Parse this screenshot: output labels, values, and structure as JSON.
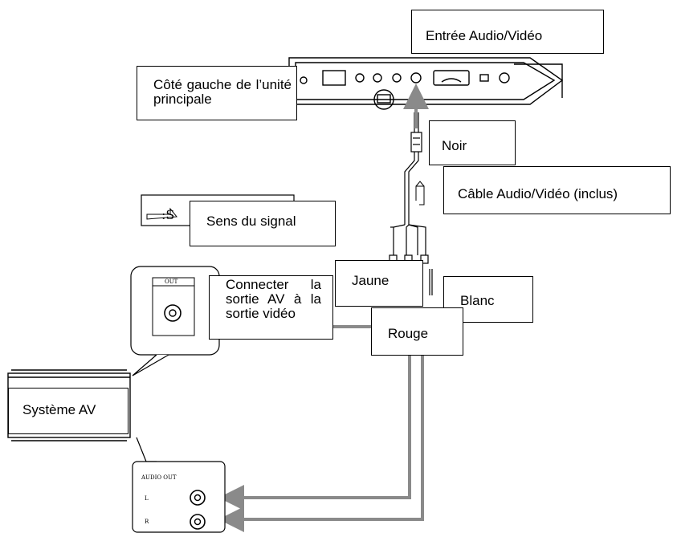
{
  "labels": {
    "input_av": "Entrée Audio/Vidéo",
    "left_side": "Côté gauche de l’unité principale",
    "black": "Noir",
    "cable": "Câble Audio/Vidéo (inclus)",
    "signal_direction": "Sens du signal",
    "signal_glyph": ":S",
    "yellow": "Jaune",
    "white": "Blanc",
    "red": "Rouge",
    "connect_av": "Connecter la sortie AV à la sortie vidéo",
    "av_system": "Système AV"
  },
  "panel_tags": {
    "video_out": "OUT",
    "audio_out": "AUDIO OUT",
    "left": "L",
    "right": "R"
  },
  "colors": {
    "line": "#000000",
    "cable_gray": "#8a8a8a",
    "background": "#ffffff"
  }
}
